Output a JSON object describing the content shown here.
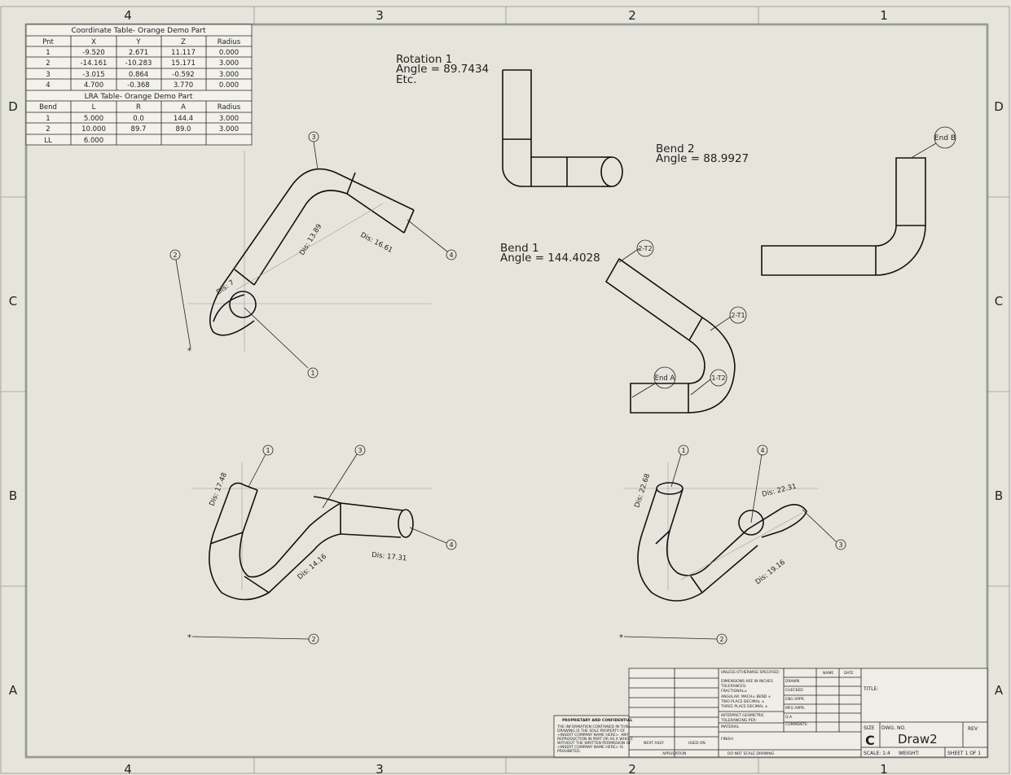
{
  "zones": {
    "top": [
      "4",
      "3",
      "2",
      "1"
    ],
    "bottom": [
      "4",
      "3",
      "2",
      "1"
    ],
    "left": [
      "D",
      "C",
      "B",
      "A"
    ],
    "right": [
      "D",
      "C",
      "B",
      "A"
    ]
  },
  "coord_table": {
    "title": "Coordinate Table- Orange Demo Part",
    "headers": [
      "Pnt",
      "X",
      "Y",
      "Z",
      "Radius"
    ],
    "rows": [
      [
        "1",
        "-9.520",
        "2.671",
        "11.117",
        "0.000"
      ],
      [
        "2",
        "-14.161",
        "-10.283",
        "15.171",
        "3.000"
      ],
      [
        "3",
        "-3.015",
        "0.864",
        "-0.592",
        "3.000"
      ],
      [
        "4",
        "4.700",
        "-0.368",
        "3.770",
        "0.000"
      ]
    ]
  },
  "lra_table": {
    "title": "LRA Table- Orange Demo Part",
    "headers": [
      "Bend",
      "L",
      "R",
      "A",
      "Radius"
    ],
    "rows": [
      [
        "1",
        "5.000",
        "0.0",
        "144.4",
        "3.000"
      ],
      [
        "2",
        "10.000",
        "89.7",
        "89.0",
        "3.000"
      ],
      [
        "LL",
        "6.000",
        "",
        "",
        ""
      ]
    ]
  },
  "notes": {
    "rotation": [
      "Rotation 1",
      "Angle = 89.7434",
      "Etc."
    ],
    "bend2": [
      "Bend 2",
      "Angle = 88.9927"
    ],
    "bend1": [
      "Bend 1",
      "Angle = 144.4028"
    ]
  },
  "view_iso": {
    "balloons": [
      "1",
      "2",
      "3",
      "4"
    ],
    "dims": [
      "Dis: 13.89",
      "Dis: 16.61",
      "Dis: 7"
    ]
  },
  "view_bend": {
    "balloons": [
      "2-T2",
      "2-T1",
      "1-T2",
      "End A"
    ]
  },
  "view_right": {
    "balloons": [
      "End B"
    ]
  },
  "view_bl": {
    "balloons": [
      "1",
      "2",
      "3",
      "4"
    ],
    "dims": [
      "Dis: 17.48",
      "Dis: 14.16",
      "Dis: 17.31"
    ]
  },
  "view_br": {
    "balloons": [
      "1",
      "2",
      "3",
      "4"
    ],
    "dims": [
      "Dis: 22.68",
      "Dis: 22.31",
      "Dis: 19.16"
    ]
  },
  "title_block": {
    "unless": "UNLESS OTHERWISE SPECIFIED:",
    "name": "NAME",
    "date": "DATE",
    "dims_in": "DIMENSIONS ARE IN INCHES",
    "tol": "TOLERANCES:",
    "frac": "FRACTIONAL±",
    "angular": "ANGULAR: MACH±   BEND ±",
    "two_place": "TWO PLACE DECIMAL   ±",
    "three_place": "THREE PLACE DECIMAL  ±",
    "interpret": "INTERPRET GEOMETRIC",
    "tolerancing": "TOLERANCING PER:",
    "material": "MATERIAL",
    "finish": "FINISH",
    "drawn": "DRAWN",
    "checked": "CHECKED",
    "eng_appr": "ENG APPR.",
    "mfg_appr": "MFG APPR.",
    "qa": "Q.A.",
    "comments": "COMMENTS:",
    "title": "TITLE:",
    "size_label": "SIZE",
    "size": "C",
    "dwg_no_label": "DWG.  NO.",
    "dwg_no": "Draw2",
    "rev": "REV",
    "scale": "SCALE: 1:4",
    "weight": "WEIGHT:",
    "sheet": "SHEET 1 OF 1",
    "next_assy": "NEXT ASSY",
    "used_on": "USED ON",
    "application": "APPLICATION",
    "do_not_scale": "DO NOT SCALE DRAWING",
    "prop_title": "PROPRIETARY AND CONFIDENTIAL",
    "prop_lines": [
      "THE INFORMATION CONTAINED IN THIS",
      "DRAWING IS THE SOLE PROPERTY OF",
      "<INSERT COMPANY NAME HERE>. ANY",
      "REPRODUCTION IN PART OR AS A WHOLE",
      "WITHOUT THE WRITTEN PERMISSION OF",
      "<INSERT COMPANY NAME HERE> IS",
      "PROHIBITED."
    ]
  }
}
